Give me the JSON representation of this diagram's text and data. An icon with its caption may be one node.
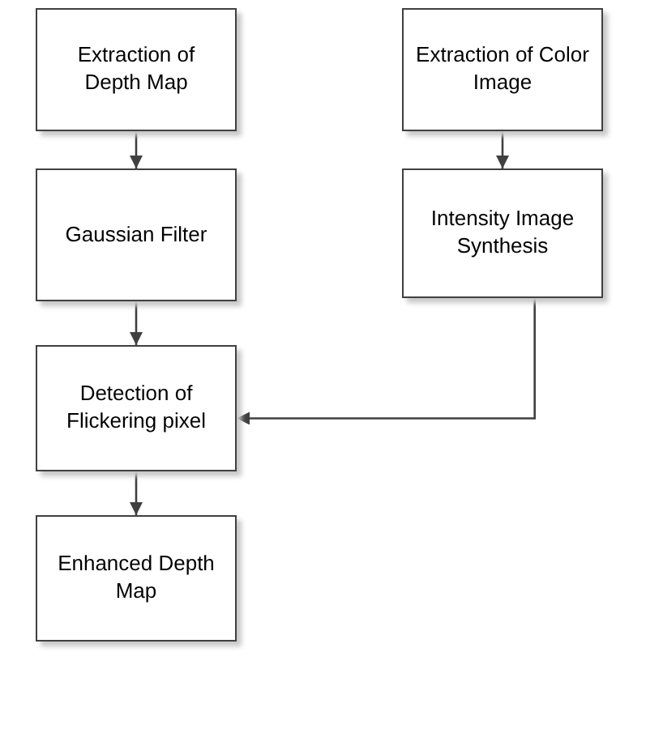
{
  "diagram": {
    "nodes": [
      {
        "text": [
          "Extraction of Depth Map"
        ]
      },
      {
        "text": [
          "Gaussian Filter"
        ]
      },
      {
        "text": [
          "Extraction of Color Image"
        ]
      },
      {
        "text": [
          "Intensity Image Synthesis"
        ]
      },
      {
        "text": [
          "Detection of Flickering pixel"
        ]
      },
      {
        "text": [
          "Enhanced Depth Map"
        ]
      }
    ],
    "edges": [
      {
        "from": 0,
        "to": 1,
        "arrow": "to"
      },
      {
        "from": 2,
        "to": 3,
        "arrow": "to"
      },
      {
        "from": 1,
        "to": 4,
        "arrow": "to"
      },
      {
        "from": 3,
        "to": 4,
        "arrow": "to"
      },
      {
        "from": 4,
        "to": 5,
        "arrow": "to"
      }
    ]
  }
}
